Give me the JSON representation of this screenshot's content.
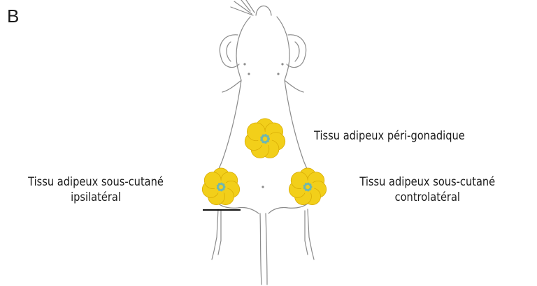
{
  "panel_label": "B",
  "labels": {
    "peri_gonadal": "Tissu adipeux péri-gonadique",
    "subcut_ipsi_line1": "Tissu adipeux sous-cutané",
    "subcut_ipsi_line2": "ipsilatéral",
    "subcut_contra_line1": "Tissu adipeux sous-cutané",
    "subcut_contra_line2": "controlatéral"
  },
  "colors": {
    "fat_lobule": "#f2cf1a",
    "fat_lobule_edge": "#d8ac05",
    "fat_center": "#6fb7b0",
    "outline": "#8a8a8a",
    "text": "#1a1a1a"
  }
}
